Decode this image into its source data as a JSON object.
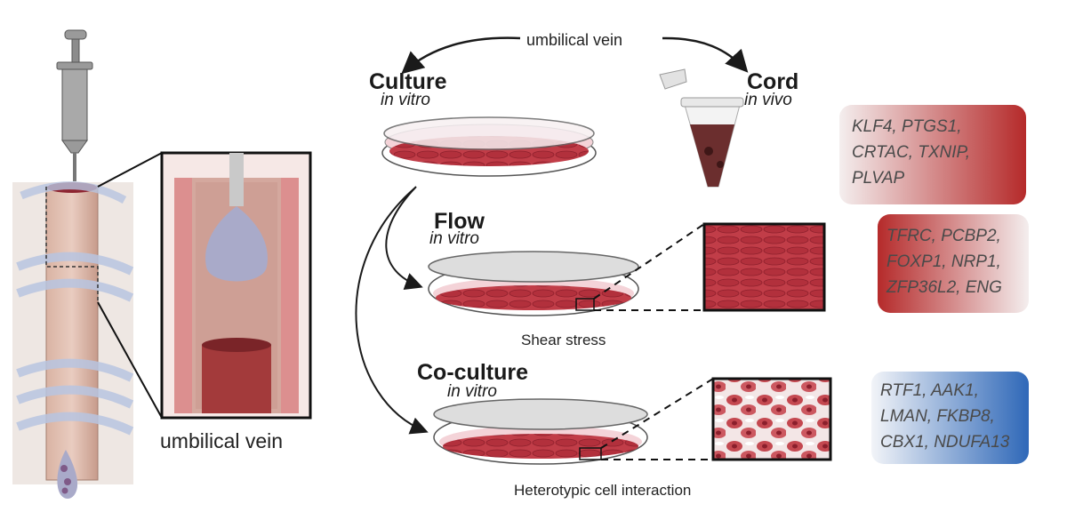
{
  "top_label": "umbilical vein",
  "culture": {
    "title": "Culture",
    "subtitle": "in vitro"
  },
  "cord": {
    "title": "Cord",
    "subtitle": "in vivo"
  },
  "flow": {
    "title": "Flow",
    "subtitle": "in vitro",
    "caption": "Shear stress"
  },
  "coculture": {
    "title": "Co-culture",
    "subtitle": "in vitro",
    "caption": "Heterotypic cell interaction"
  },
  "left_label": "umbilical vein",
  "gene_boxes": [
    {
      "lines": [
        "KLF4, PTGS1,",
        "CRTAC, TXNIP,",
        "PLVAP"
      ],
      "color": "#b52a2a"
    },
    {
      "lines": [
        "TFRC, PCBP2,",
        "FOXP1, NRP1,",
        "ZFP36L2, ENG"
      ],
      "color": "#b52a2a"
    },
    {
      "lines": [
        "RTF1, AAK1,",
        "LMAN, FKBP8,",
        "CBX1, NDUFA13"
      ],
      "color": "#2f68b8"
    }
  ],
  "icons": [
    "syringe-icon",
    "umbilical-cord-illustration",
    "petri-dish-icon",
    "microtube-icon",
    "cell-droplet-icon"
  ]
}
